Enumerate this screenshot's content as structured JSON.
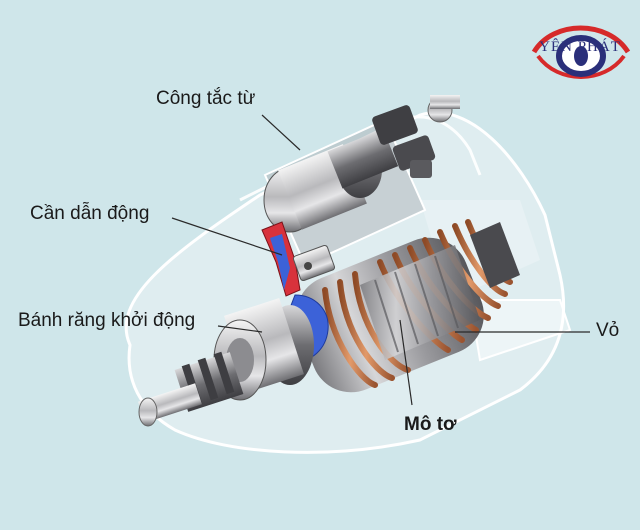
{
  "labels": {
    "solenoid": "Công tắc từ",
    "drive_lever": "Cần dẫn động",
    "pinion_gear": "Bánh răng khởi động",
    "housing": "Vỏ",
    "motor": "Mô tơ"
  },
  "logo": {
    "text": "YÊN PHÁT"
  },
  "colors": {
    "background": "#cfe6ea",
    "copper": "#c47446",
    "lever_red": "#d8323c",
    "lever_blue": "#3c62d8",
    "logo_red": "#d62a2a",
    "logo_navy": "#2a2f7a"
  }
}
